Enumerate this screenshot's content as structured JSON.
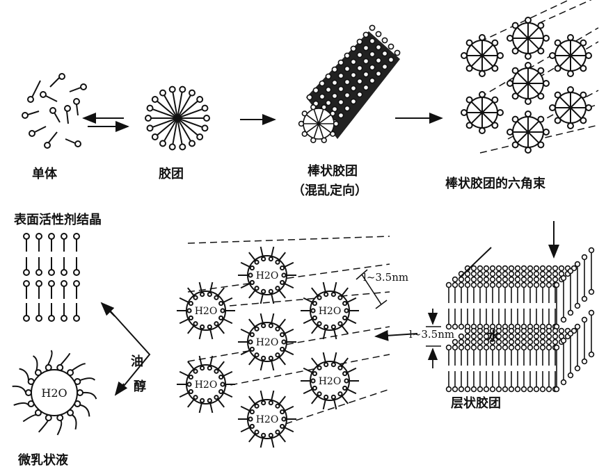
{
  "labels": {
    "monomer": "单体",
    "micelle": "胶团",
    "rod_micelle": "棒状胶团",
    "rod_micelle_sub": "（混乱定向）",
    "hexagonal_bundle": "棒状胶团的六角束",
    "surfactant_crystal": "表面活性剂结晶",
    "microemulsion": "微乳状液",
    "lamellar_micelle": "层状胶团",
    "oil": "油",
    "alcohol": "醇",
    "water": "水",
    "thickness_top": "l~3.5nm",
    "thickness_mid": "l~3.5nm",
    "h2o": "H2O"
  }
}
